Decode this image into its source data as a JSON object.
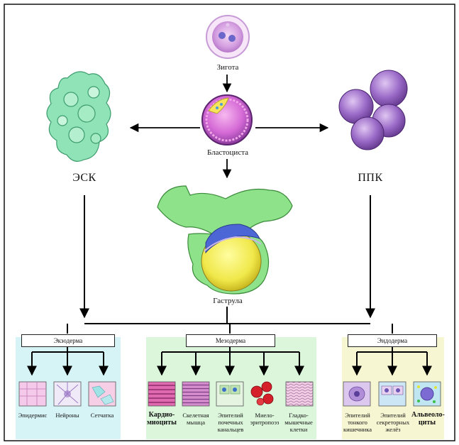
{
  "nodes": {
    "zygote": "Зигота",
    "blastocyst": "Бластоциста",
    "esc": "ЭСК",
    "ppc": "ППК",
    "gastrula": "Гаструла"
  },
  "layers": {
    "ectoderm": {
      "title": "Экзодерма",
      "cells": [
        "Эпидермис",
        "Нейроны",
        "Сетчатка"
      ]
    },
    "mesoderm": {
      "title": "Мезодерма",
      "cells": [
        "Кардио-миоциты",
        "Скелетная мышца",
        "Эпителий почечных канальцев",
        "Миело-эритропоэз",
        "Гладко-мышечные клетки"
      ]
    },
    "endoderm": {
      "title": "Эндодерма",
      "cells": [
        "Эпителий тонкого кишечника",
        "Эпителий секреторных желёз",
        "Альвеоло-циты"
      ]
    }
  },
  "colors": {
    "ectoderm_bg": "#d6f3f6",
    "mesoderm_bg": "#dcf6dc",
    "endoderm_bg": "#f7f6d2",
    "esc_green": "#8fe3b6",
    "ppc_purple": "#9a6fc4",
    "gastrula_green": "#8ee28a"
  }
}
